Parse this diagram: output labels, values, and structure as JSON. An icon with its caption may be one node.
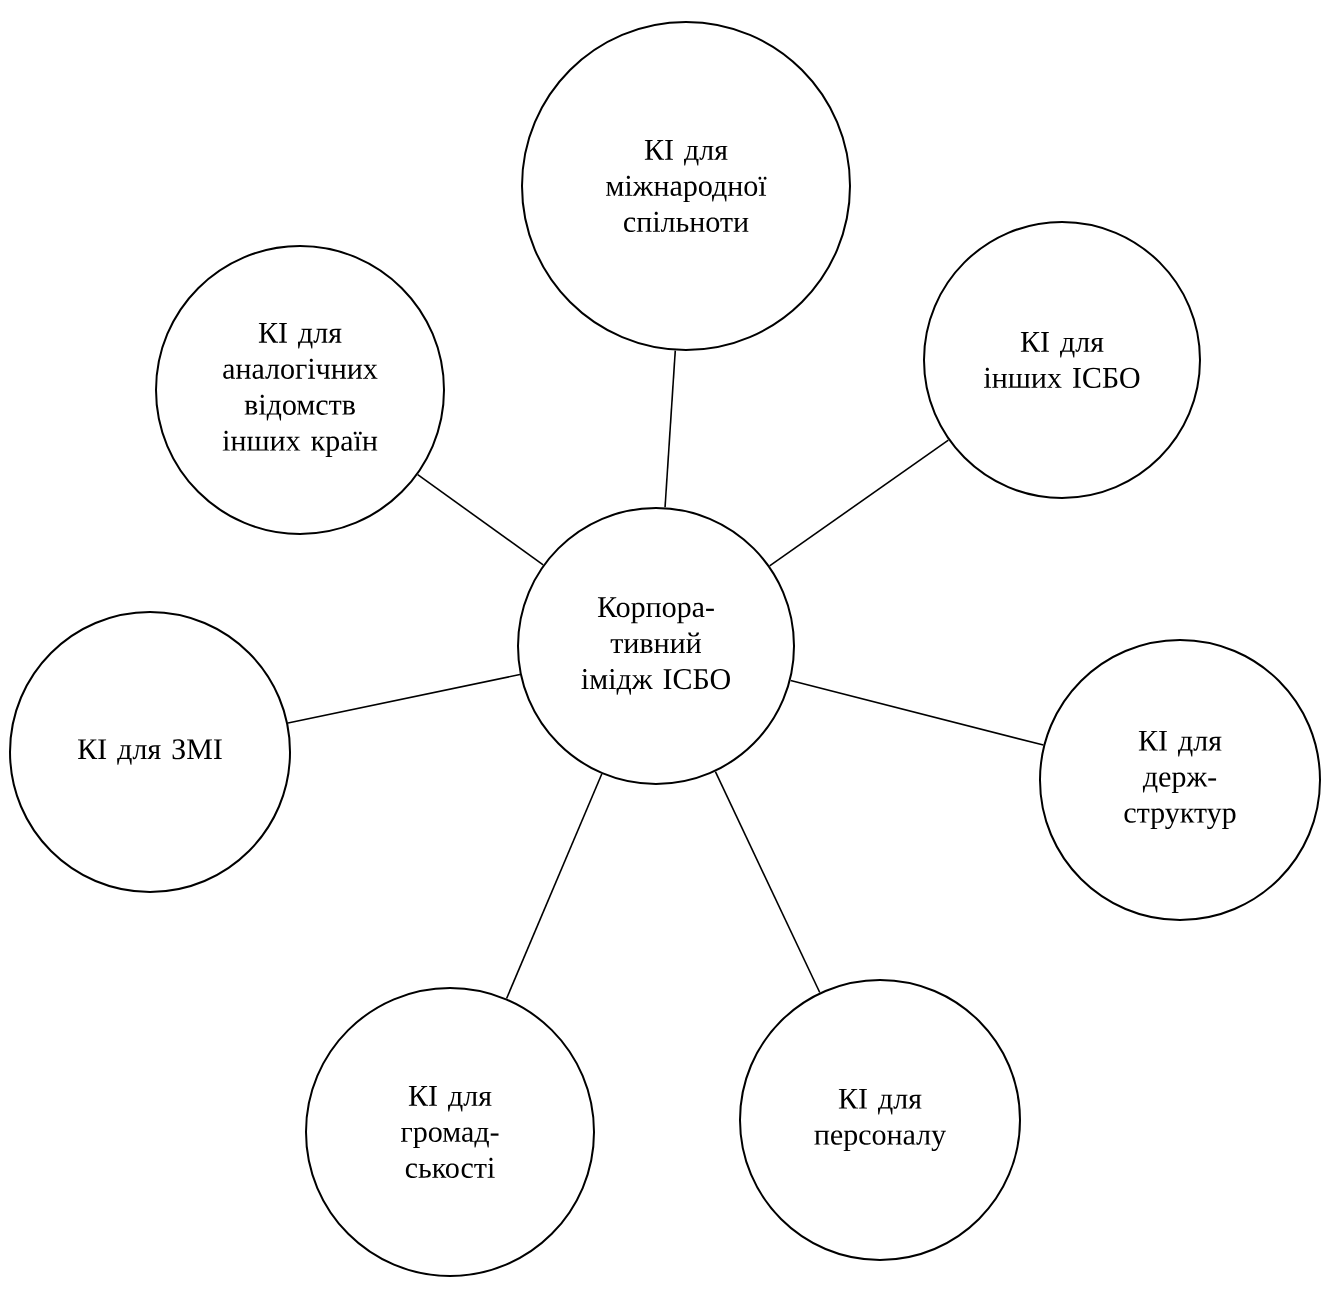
{
  "diagram": {
    "nodes": [
      {
        "text": [
          "КІ для міжнародної спільноти"
        ]
      },
      {
        "text": [
          "КІ для аналогічних відомств інших країн"
        ]
      },
      {
        "text": [
          "КІ для інших ІСБО"
        ]
      },
      {
        "text": [
          "Корпора- тивний імідж ІСБО"
        ]
      },
      {
        "text": [
          "КІ для ЗМІ"
        ]
      },
      {
        "text": [
          "КІ для держ- структур"
        ]
      },
      {
        "text": [
          "КІ для громад- ськості"
        ]
      },
      {
        "text": [
          "КІ для персоналу"
        ]
      }
    ],
    "edges": [
      {
        "from": 3,
        "to": 0,
        "arrow": "none"
      },
      {
        "from": 3,
        "to": 1,
        "arrow": "none"
      },
      {
        "from": 3,
        "to": 2,
        "arrow": "none"
      },
      {
        "from": 3,
        "to": 4,
        "arrow": "none"
      },
      {
        "from": 3,
        "to": 5,
        "arrow": "none"
      },
      {
        "from": 3,
        "to": 6,
        "arrow": "none"
      },
      {
        "from": 3,
        "to": 7,
        "arrow": "none"
      }
    ]
  }
}
